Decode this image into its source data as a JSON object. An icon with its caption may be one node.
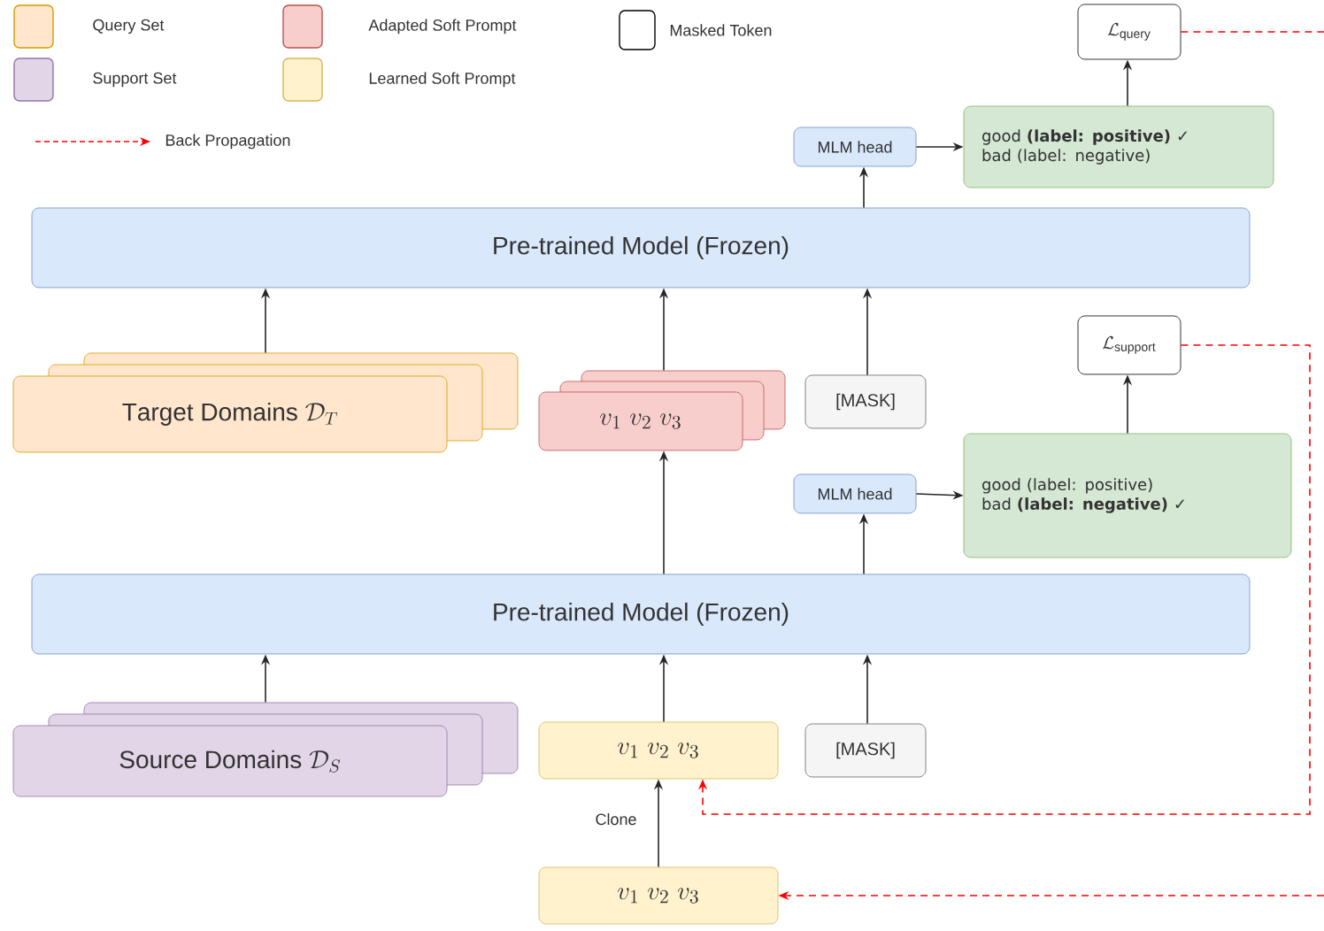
{
  "diagram": {
    "nodes": [
      {
        "text": [
          "\\mathcal{L}_{\\mathrm{query}}"
        ]
      },
      {
        "text": [
          "MLM head"
        ]
      },
      {
        "text": [
          "good **(label: positive) ✓**",
          "bad (label: negative)"
        ]
      },
      {
        "text": [
          "Pre-trained Model (Frozen)"
        ]
      },
      {
        "text": [
          "\\mathrm{Target\\ Domains}\\ \\mathcal{D}_T"
        ]
      },
      {
        "text": [
          "v_1\\ v_2\\ v_3"
        ]
      },
      {
        "text": [
          "[MASK]"
        ]
      },
      {
        "text": [
          "\\mathcal{L}_{\\mathrm{support}}"
        ]
      },
      {
        "text": [
          "MLM head"
        ]
      },
      {
        "text": [
          "good (label: positive)",
          "bad **(label: negative) ✓**"
        ]
      },
      {
        "text": [
          "Pre-trained Model (Frozen)"
        ]
      },
      {
        "text": [
          "\\mathrm{Source\\ Domains}\\ \\mathcal{D}_S"
        ]
      },
      {
        "text": [
          "v_1\\ v_2\\ v_3"
        ]
      },
      {
        "text": [
          "[MASK]"
        ]
      },
      {
        "text": [
          "v_1\\ v_2\\ v_3"
        ]
      }
    ],
    "edges": [
      {
        "from": 4,
        "to": 3,
        "arrow": "to"
      },
      {
        "from": 5,
        "to": 3,
        "arrow": "to"
      },
      {
        "from": 6,
        "to": 3,
        "arrow": "to"
      },
      {
        "from": 3,
        "to": 1,
        "arrow": "to"
      },
      {
        "from": 1,
        "to": 2,
        "arrow": "to"
      },
      {
        "from": 2,
        "to": 0,
        "arrow": "to"
      },
      {
        "from": 0,
        "to": null,
        "arrow": "none",
        "style": "dashed",
        "color": "#ff0000"
      },
      {
        "from": 11,
        "to": 10,
        "arrow": "to"
      },
      {
        "from": 12,
        "to": 10,
        "arrow": "to"
      },
      {
        "from": 13,
        "to": 10,
        "arrow": "to"
      },
      {
        "from": 10,
        "to": 8,
        "arrow": "to"
      },
      {
        "from": 8,
        "to": 9,
        "arrow": "to"
      },
      {
        "from": 9,
        "to": 7,
        "arrow": "to"
      },
      {
        "from": 7,
        "to": 12,
        "arrow": "to",
        "style": "dashed",
        "color": "#ff0000"
      },
      {
        "from": 10,
        "to": 5,
        "arrow": "to"
      },
      {
        "from": 14,
        "to": 12,
        "arrow": "to",
        "label": "Clone"
      },
      {
        "from": null,
        "to": 14,
        "arrow": "to",
        "style": "dashed",
        "color": "#ff0000"
      }
    ],
    "legend": [
      {
        "text": "Query Set",
        "color": "#ffe6cc"
      },
      {
        "text": "Adapted Soft Prompt",
        "color": "#f8cecc"
      },
      {
        "text": "Masked Token"
      },
      {
        "text": "Support Set",
        "color": "#e1d5e7"
      },
      {
        "text": "Learned Soft Prompt",
        "color": "#fff2cc"
      },
      {
        "text": "Back Propagation"
      }
    ]
  }
}
